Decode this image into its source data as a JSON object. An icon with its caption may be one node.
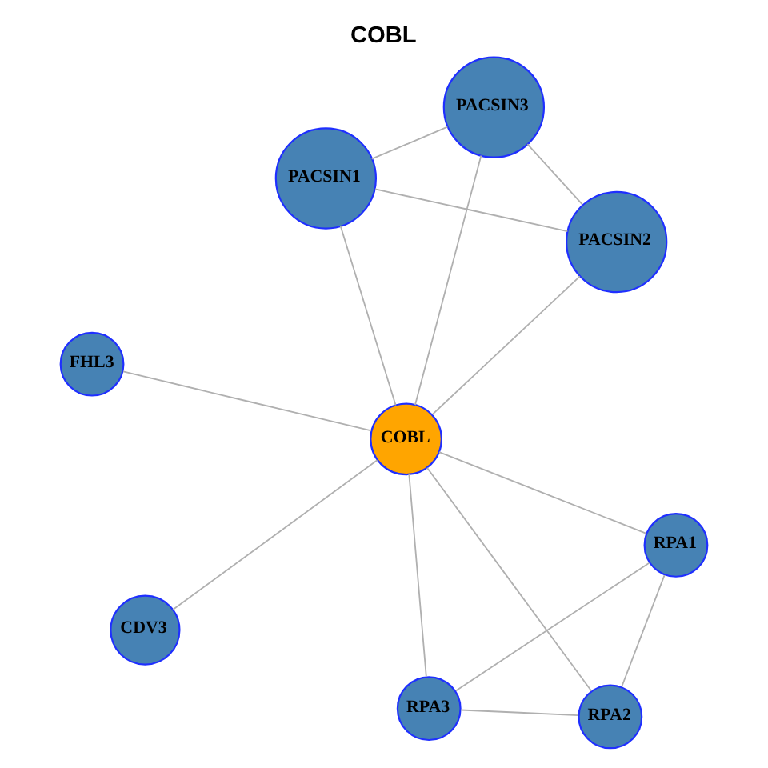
{
  "diagram": {
    "title": "COBL",
    "nodes": [
      {
        "text": [
          "PACSIN1"
        ]
      },
      {
        "text": [
          "PACSIN2"
        ]
      },
      {
        "text": [
          "CDV3"
        ]
      },
      {
        "text": [
          "PACSIN3"
        ]
      },
      {
        "text": [
          "COBL"
        ]
      },
      {
        "text": [
          "FHL3"
        ]
      },
      {
        "text": [
          "RPA3"
        ]
      },
      {
        "text": [
          "RPA1"
        ]
      },
      {
        "text": [
          "RPA2"
        ]
      }
    ],
    "edges": [
      {
        "from": 0,
        "to": 1,
        "arrow": "none"
      },
      {
        "from": 0,
        "to": 3,
        "arrow": "none"
      },
      {
        "from": 1,
        "to": 3,
        "arrow": "none"
      },
      {
        "from": 0,
        "to": 4,
        "arrow": "none"
      },
      {
        "from": 1,
        "to": 4,
        "arrow": "none"
      },
      {
        "from": 3,
        "to": 4,
        "arrow": "none"
      },
      {
        "from": 4,
        "to": 2,
        "arrow": "none"
      },
      {
        "from": 4,
        "to": 5,
        "arrow": "none"
      },
      {
        "from": 4,
        "to": 6,
        "arrow": "none"
      },
      {
        "from": 4,
        "to": 7,
        "arrow": "none"
      },
      {
        "from": 4,
        "to": 8,
        "arrow": "none"
      },
      {
        "from": 6,
        "to": 7,
        "arrow": "none"
      },
      {
        "from": 6,
        "to": 8,
        "arrow": "none"
      },
      {
        "from": 8,
        "to": 7,
        "arrow": "none"
      }
    ]
  }
}
